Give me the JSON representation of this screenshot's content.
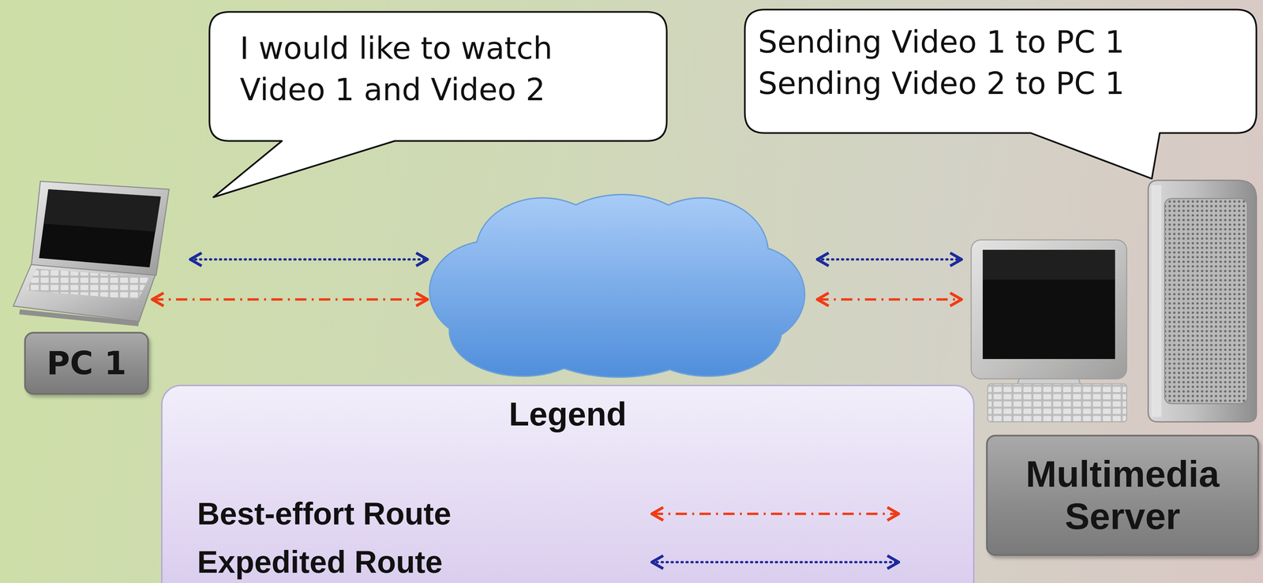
{
  "diagram": {
    "nodes": [
      {
        "text": [
          "I would like to watch Video 1 and Video 2"
        ]
      },
      {
        "text": [
          "Sending Video 1 to PC 1",
          "Sending Video 2 to PC 1"
        ]
      },
      {
        "text": [
          "PC 1"
        ]
      },
      {
        "text": [
          "Multimedia Server"
        ]
      }
    ],
    "labels": [
      "Legend"
    ],
    "legend": [
      {
        "text": "Best-effort Route"
      },
      {
        "text": "Expedited Route"
      }
    ]
  }
}
